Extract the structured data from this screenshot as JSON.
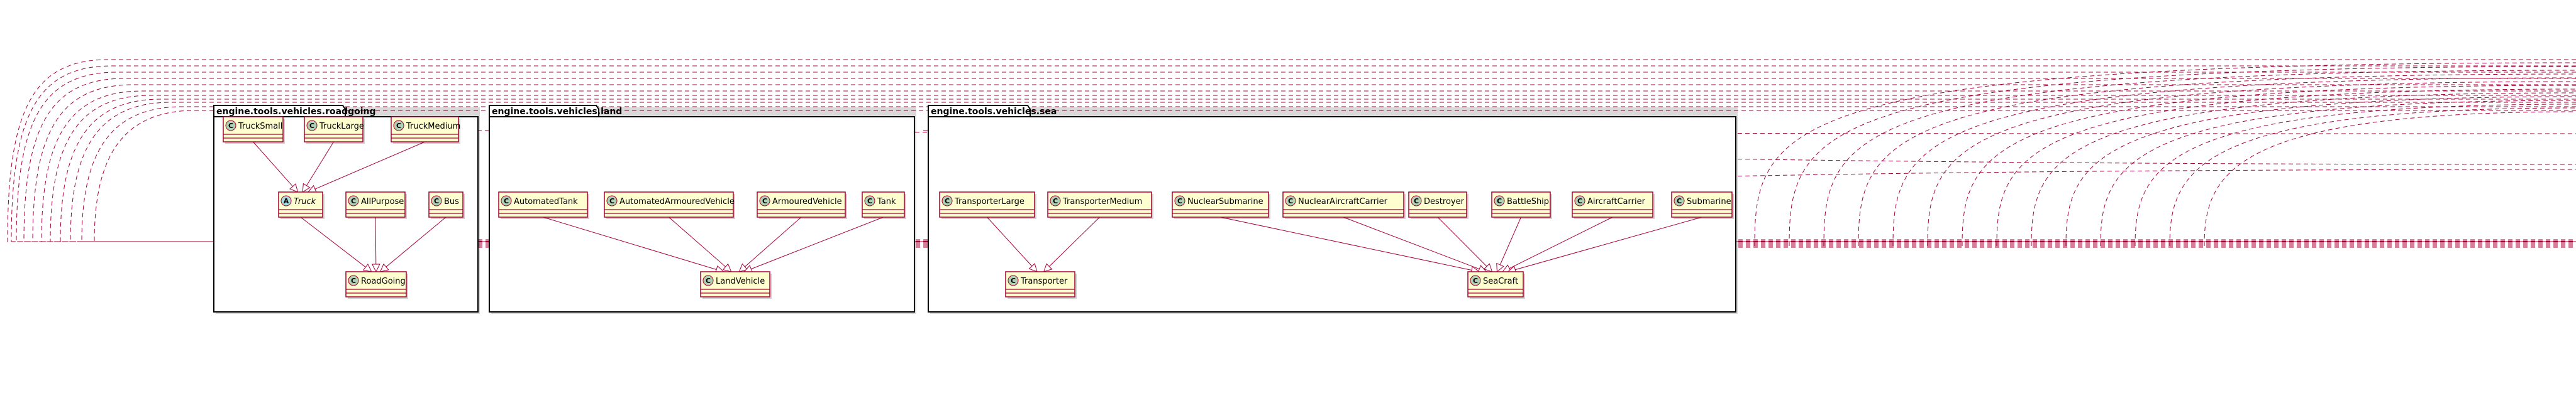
{
  "colors": {
    "class_fill": "#FEFECE",
    "class_border": "#A80036",
    "class_circle": "#ADD1B2",
    "abstract_circle": "#A9DCDF",
    "package_border": "#000000",
    "edge": "#A80036"
  },
  "packages": [
    {
      "id": "roadgoing",
      "title": "engine.tools.vehicles.roadgoing",
      "classes": [
        {
          "id": "TruckSmall",
          "name": "TruckSmall",
          "kind": "class"
        },
        {
          "id": "TruckLarge",
          "name": "TruckLarge",
          "kind": "class"
        },
        {
          "id": "TruckMedium",
          "name": "TruckMedium",
          "kind": "class"
        },
        {
          "id": "Truck",
          "name": "Truck",
          "kind": "abstract"
        },
        {
          "id": "AllPurpose",
          "name": "AllPurpose",
          "kind": "class"
        },
        {
          "id": "Bus",
          "name": "Bus",
          "kind": "class"
        },
        {
          "id": "RoadGoing",
          "name": "RoadGoing",
          "kind": "class"
        }
      ]
    },
    {
      "id": "land",
      "title": "engine.tools.vehicles.land",
      "classes": [
        {
          "id": "AutomatedTank",
          "name": "AutomatedTank",
          "kind": "class"
        },
        {
          "id": "AutomatedArmouredVehicle",
          "name": "AutomatedArmouredVehicle",
          "kind": "class"
        },
        {
          "id": "ArmouredVehicle",
          "name": "ArmouredVehicle",
          "kind": "class"
        },
        {
          "id": "Tank",
          "name": "Tank",
          "kind": "class"
        },
        {
          "id": "LandVehicle",
          "name": "LandVehicle",
          "kind": "class"
        }
      ]
    },
    {
      "id": "sea",
      "title": "engine.tools.vehicles.sea",
      "classes": [
        {
          "id": "TransporterLarge",
          "name": "TransporterLarge",
          "kind": "class"
        },
        {
          "id": "TransporterMedium",
          "name": "TransporterMedium",
          "kind": "class"
        },
        {
          "id": "NuclearSubmarine",
          "name": "NuclearSubmarine",
          "kind": "class"
        },
        {
          "id": "NuclearAircraftCarrier",
          "name": "NuclearAircraftCarrier",
          "kind": "class"
        },
        {
          "id": "Destroyer",
          "name": "Destroyer",
          "kind": "class"
        },
        {
          "id": "BattleShip",
          "name": "BattleShip",
          "kind": "class"
        },
        {
          "id": "AircraftCarrier",
          "name": "AircraftCarrier",
          "kind": "class"
        },
        {
          "id": "Submarine",
          "name": "Submarine",
          "kind": "class"
        },
        {
          "id": "Transporter",
          "name": "Transporter",
          "kind": "class"
        },
        {
          "id": "SeaCraft",
          "name": "SeaCraft",
          "kind": "class"
        }
      ]
    }
  ],
  "relations": [
    {
      "from": "TruckSmall",
      "to": "Truck",
      "style": "solid"
    },
    {
      "from": "TruckLarge",
      "to": "Truck",
      "style": "solid"
    },
    {
      "from": "TruckMedium",
      "to": "Truck",
      "style": "solid"
    },
    {
      "from": "Truck",
      "to": "RoadGoing",
      "style": "solid"
    },
    {
      "from": "AllPurpose",
      "to": "RoadGoing",
      "style": "solid"
    },
    {
      "from": "Bus",
      "to": "RoadGoing",
      "style": "solid"
    },
    {
      "from": "AutomatedTank",
      "to": "LandVehicle",
      "style": "solid"
    },
    {
      "from": "AutomatedArmouredVehicle",
      "to": "LandVehicle",
      "style": "solid"
    },
    {
      "from": "ArmouredVehicle",
      "to": "LandVehicle",
      "style": "solid"
    },
    {
      "from": "Tank",
      "to": "LandVehicle",
      "style": "solid"
    },
    {
      "from": "TransporterLarge",
      "to": "Transporter",
      "style": "solid"
    },
    {
      "from": "TransporterMedium",
      "to": "Transporter",
      "style": "solid"
    },
    {
      "from": "NuclearSubmarine",
      "to": "SeaCraft",
      "style": "solid"
    },
    {
      "from": "NuclearAircraftCarrier",
      "to": "SeaCraft",
      "style": "solid"
    },
    {
      "from": "Destroyer",
      "to": "SeaCraft",
      "style": "solid"
    },
    {
      "from": "BattleShip",
      "to": "SeaCraft",
      "style": "solid"
    },
    {
      "from": "AircraftCarrier",
      "to": "SeaCraft",
      "style": "solid"
    },
    {
      "from": "Submarine",
      "to": "SeaCraft",
      "style": "solid"
    }
  ]
}
